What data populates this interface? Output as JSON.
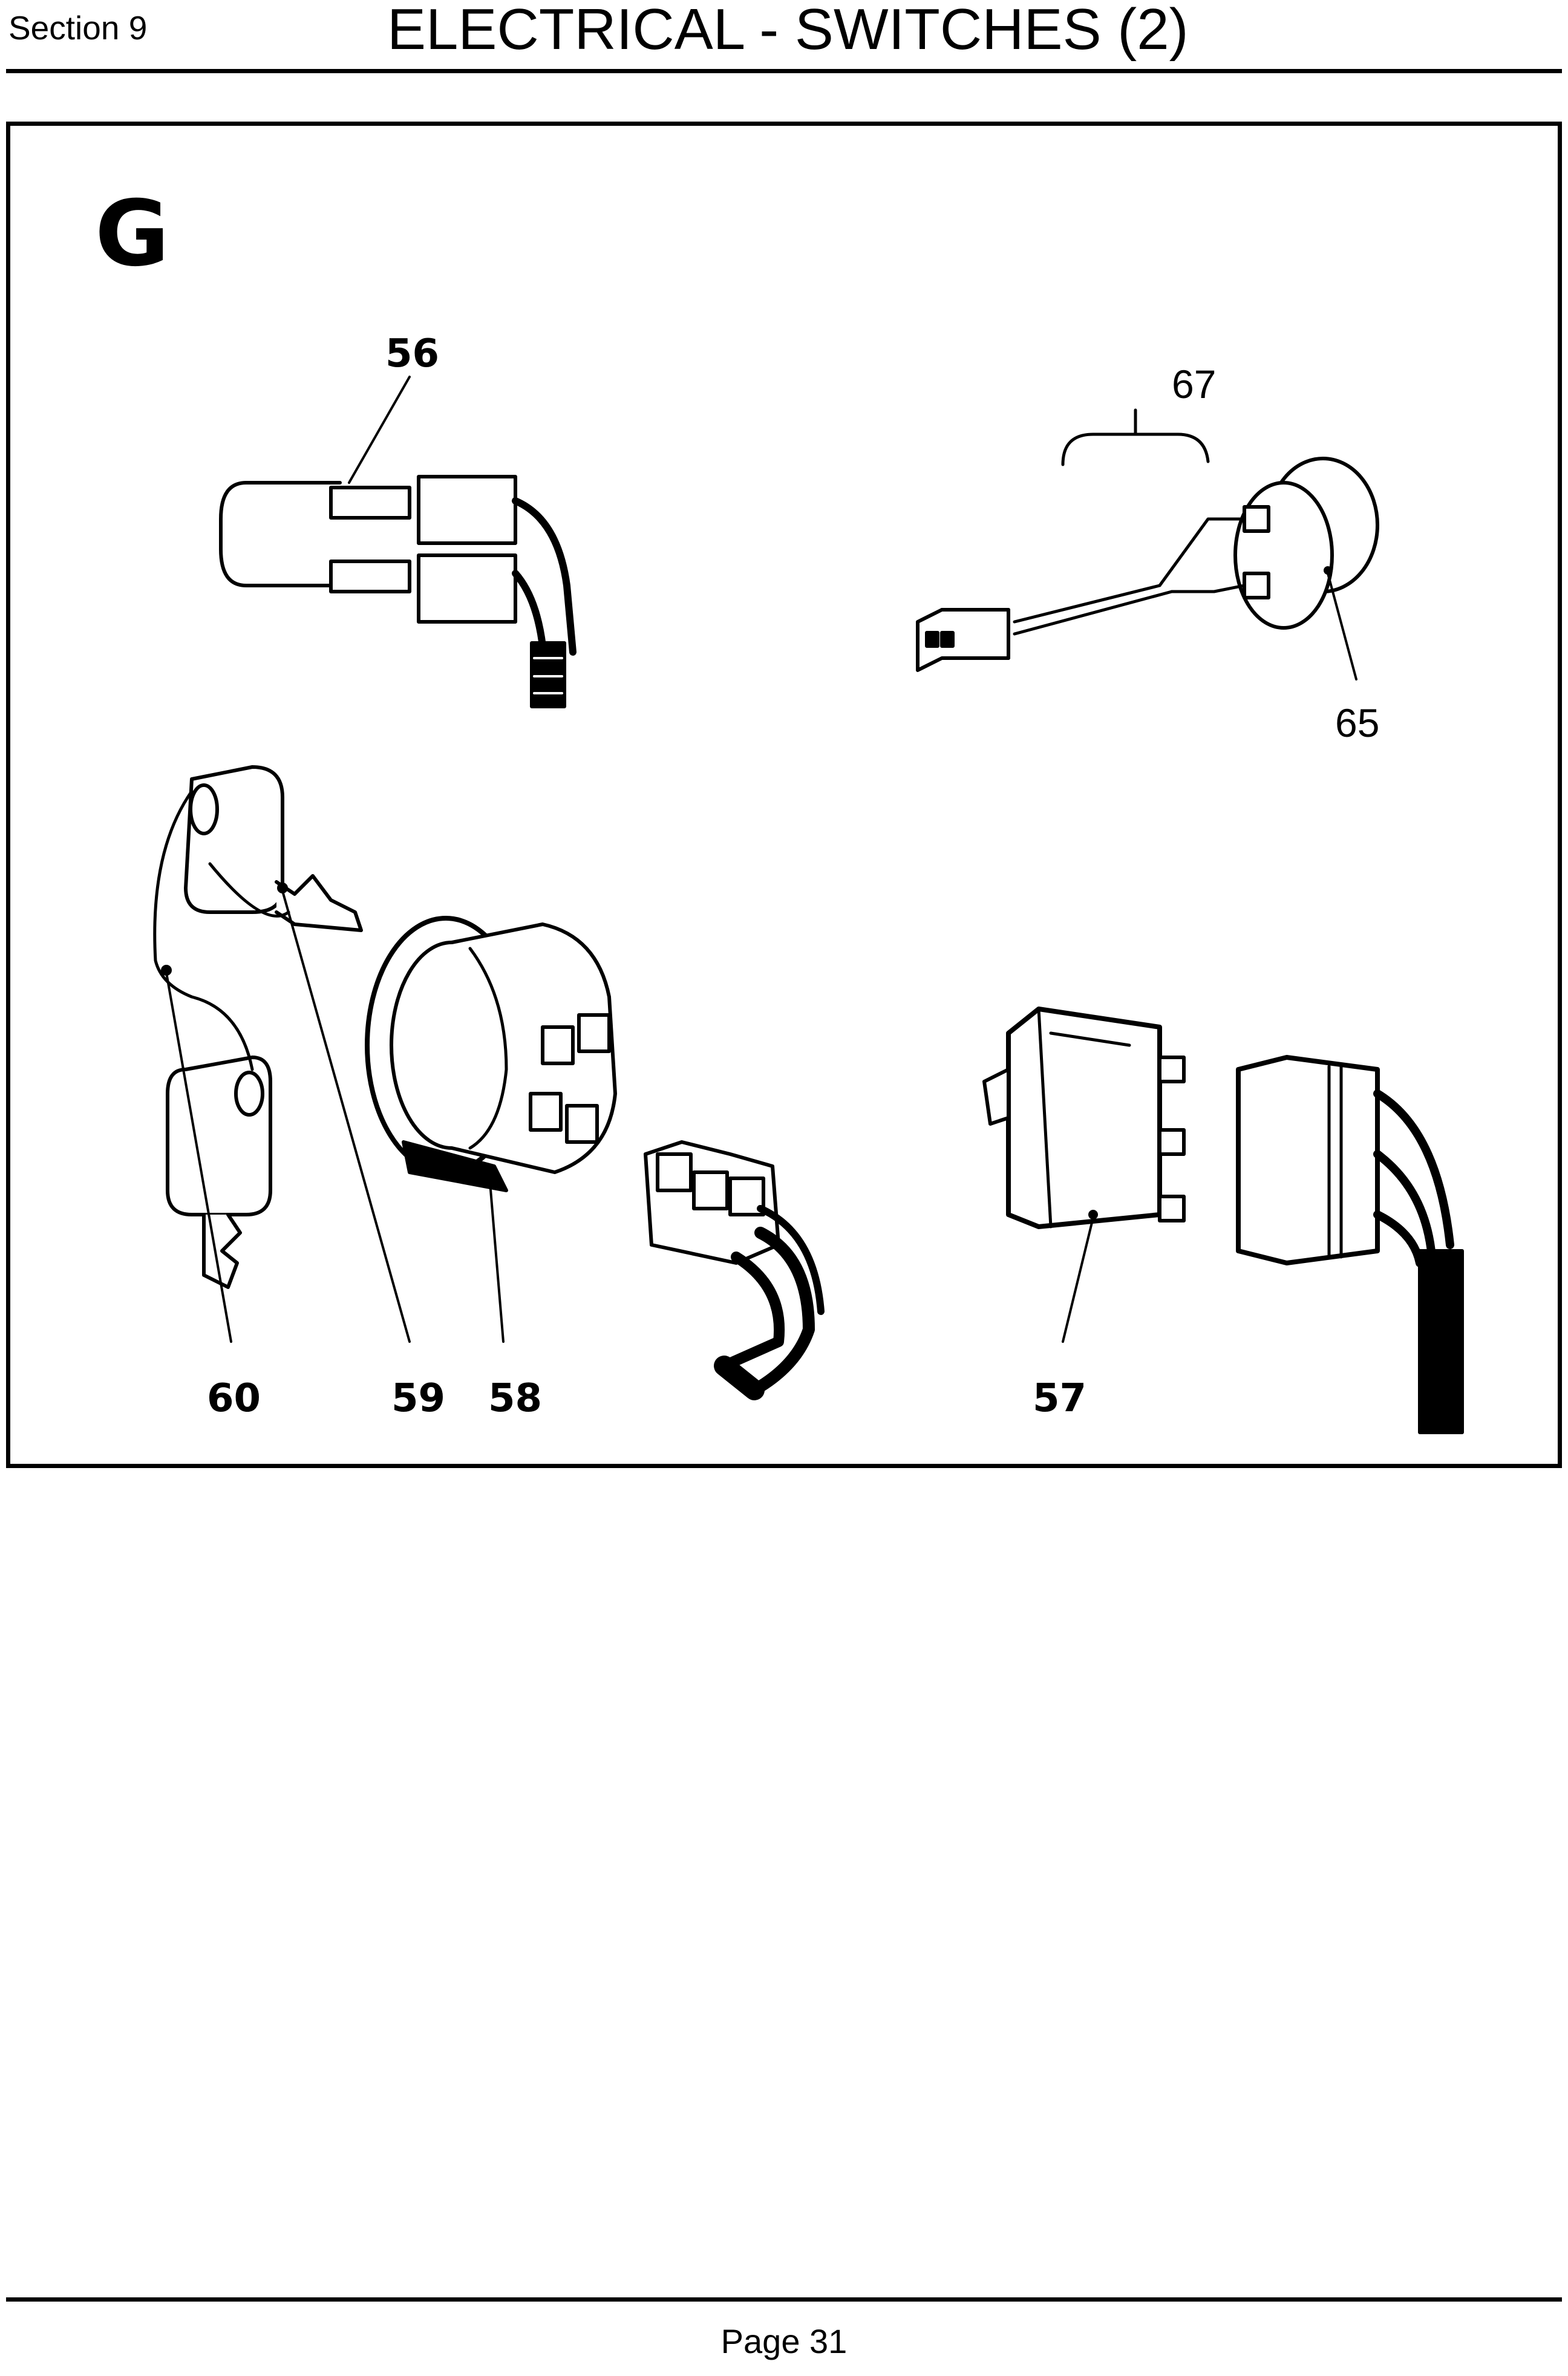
{
  "header": {
    "section": "Section 9",
    "title": "ELECTRICAL - SWITCHES (2)"
  },
  "figure": {
    "letter": "G",
    "callouts": {
      "c56": "56",
      "c67": "67",
      "c65": "65",
      "c60": "60",
      "c59": "59",
      "c58": "58",
      "c57": "57"
    }
  },
  "footer": {
    "page": "Page 31"
  }
}
